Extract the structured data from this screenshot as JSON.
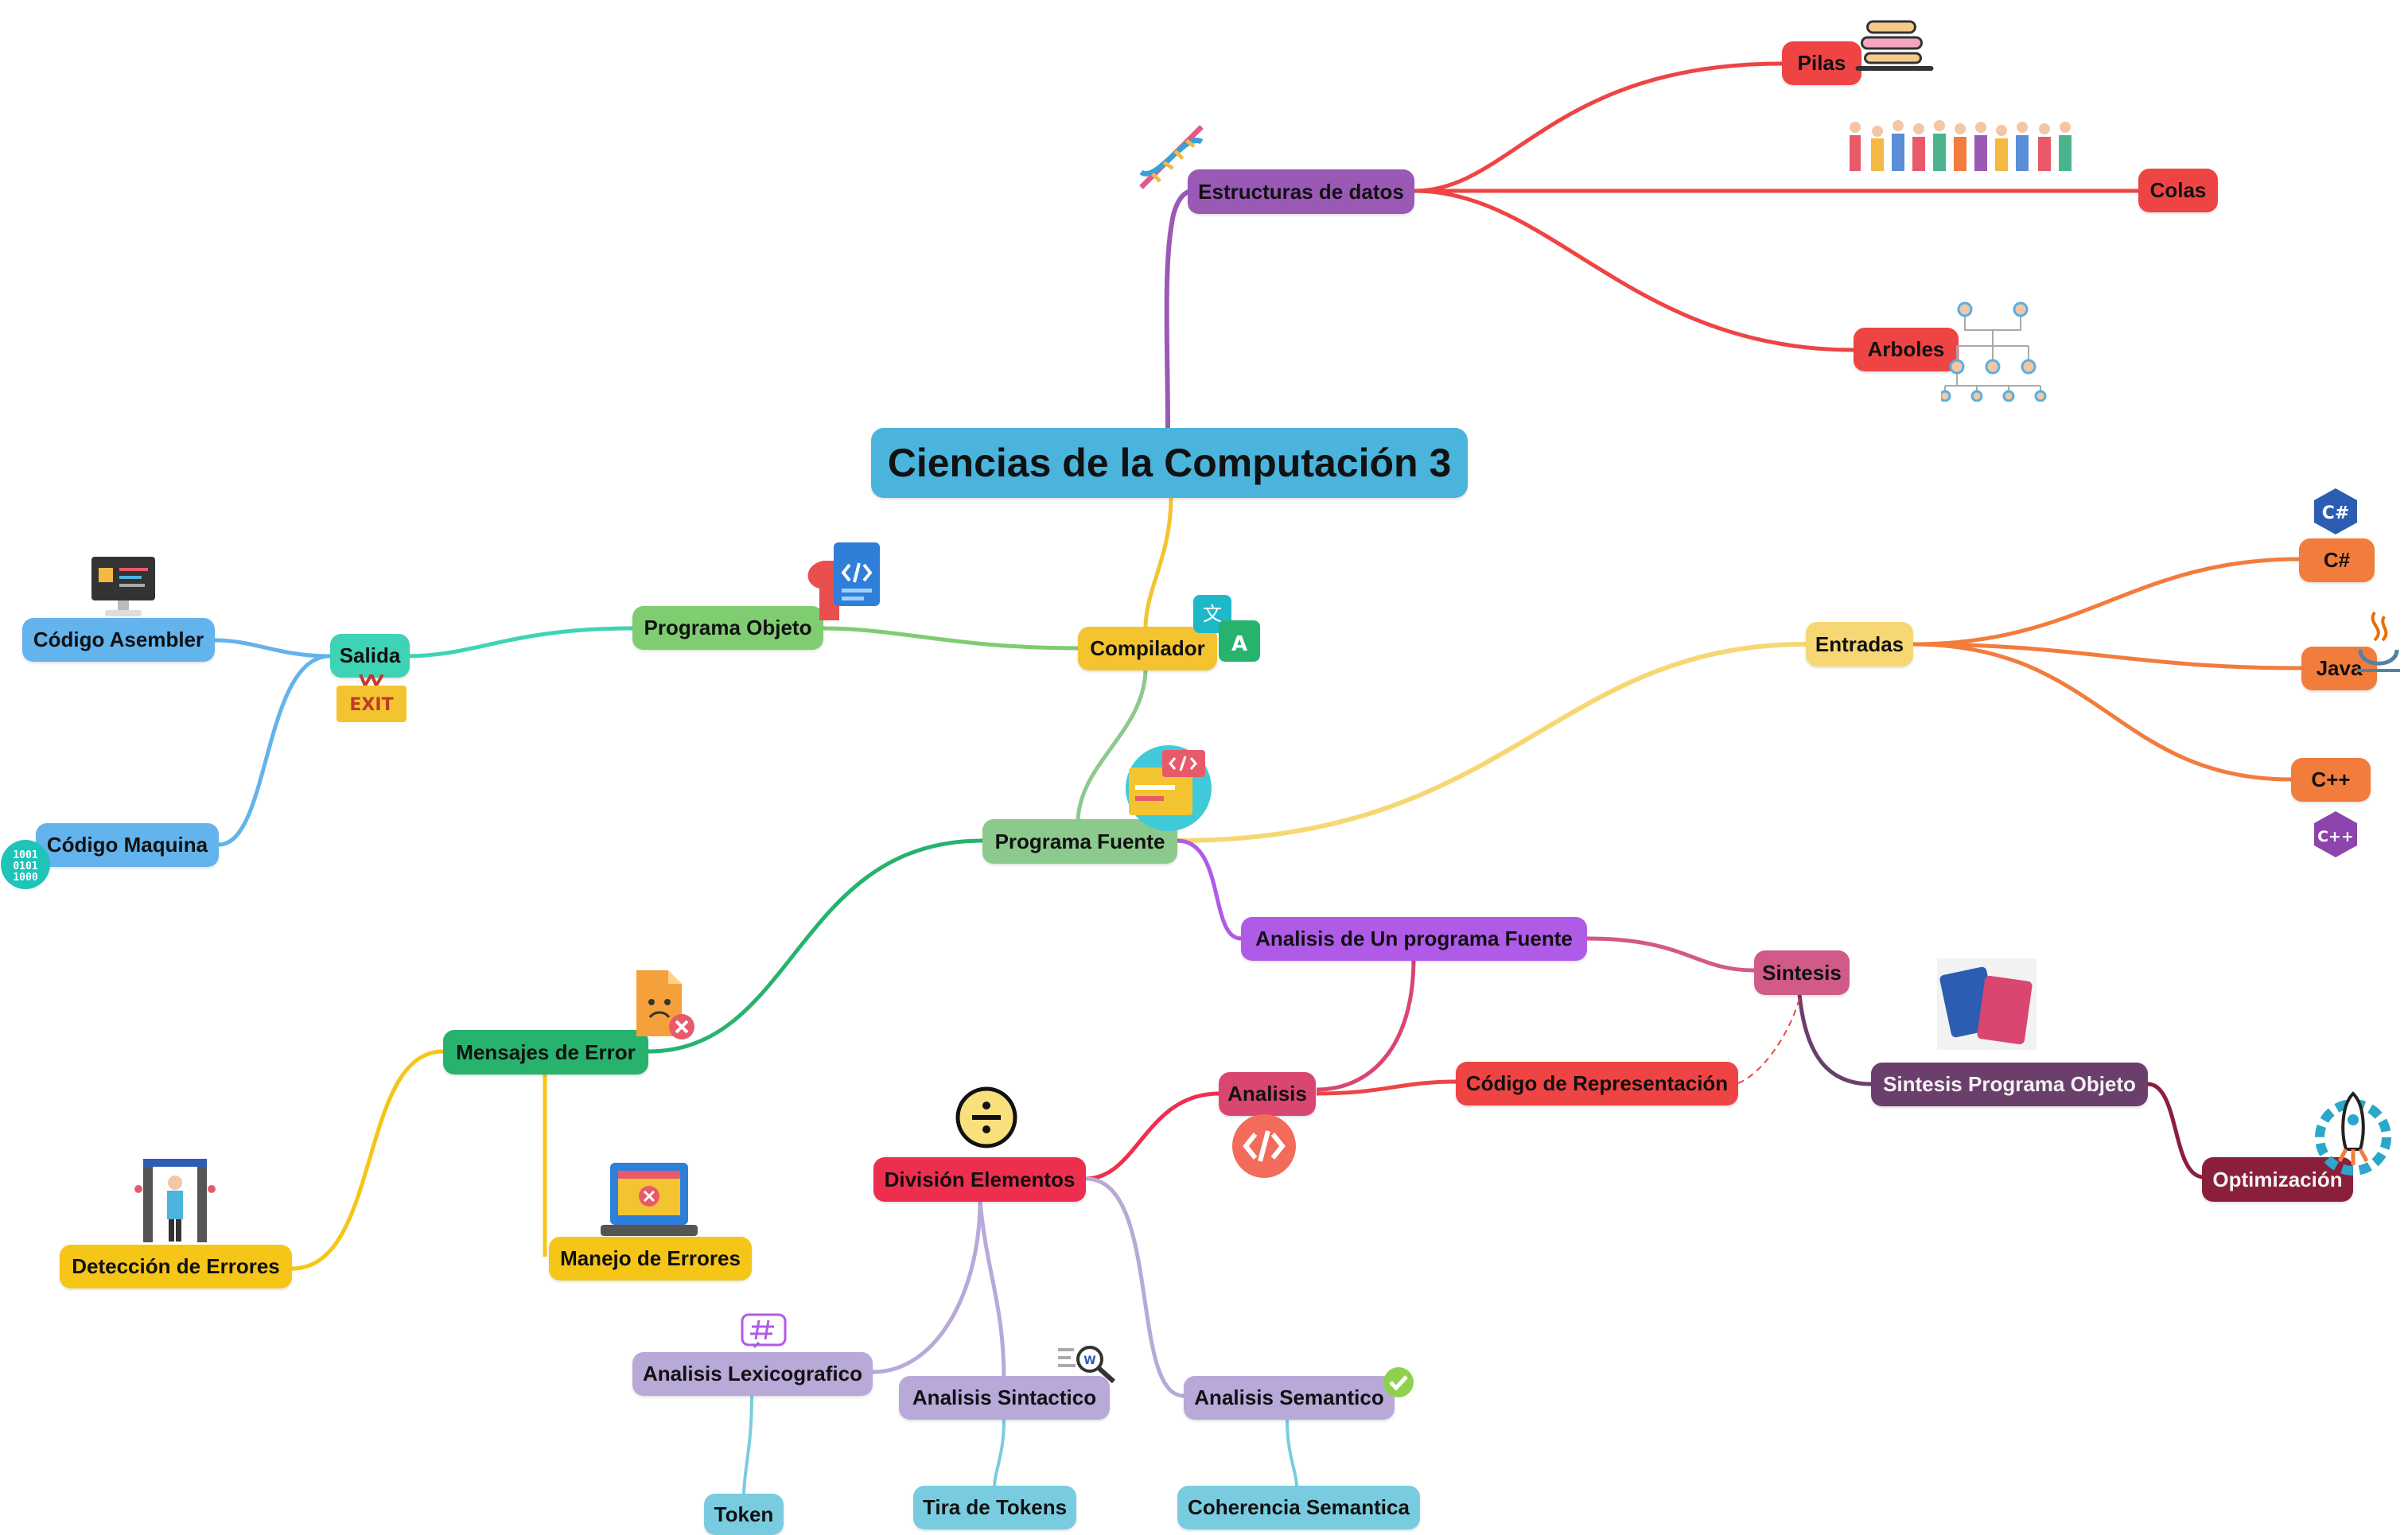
{
  "map": {
    "root": "Ciencias de la Computación 3",
    "nodes": {
      "estructuras": "Estructuras de datos",
      "pilas": "Pilas",
      "colas": "Colas",
      "arboles": "Arboles",
      "compilador": "Compilador",
      "programa_objeto": "Programa Objeto",
      "salida": "Salida",
      "codigo_asembler": "Código Asembler",
      "codigo_maquina": "Código Maquina",
      "programa_fuente": "Programa Fuente",
      "entradas": "Entradas",
      "csharp": "C#",
      "java": "Java",
      "cpp": "C++",
      "analisis_programa": "Analisis de Un programa Fuente",
      "sintesis": "Sintesis",
      "sintesis_objeto": "Sintesis Programa Objeto",
      "optimizacion": "Optimización",
      "analisis": "Analisis",
      "codigo_representacion": "Código de Representación",
      "division": "División Elementos",
      "lexicografico": "Analisis Lexicografico",
      "sintactico": "Analisis Sintactico",
      "semantico": "Analisis Semantico",
      "token": "Token",
      "tira_tokens": "Tira de Tokens",
      "coherencia": "Coherencia Semantica",
      "mensajes_error": "Mensajes de Error",
      "deteccion": "Detección de Errores",
      "manejo": "Manejo de Errores"
    },
    "icons": {
      "exit_sign_text": "EXIT",
      "csharp_logo_text": "C#",
      "cpp_logo_text": "C++",
      "binary_text": "1001"
    },
    "colors": {
      "root": "#4bb4dc",
      "estructuras": "#9b59b6",
      "data_leaves": "#ef4444",
      "compilador": "#f4c430",
      "programa_objeto": "#7fcc71",
      "salida": "#3fd3b5",
      "salida_children": "#63b3ed",
      "programa_fuente": "#8cc98d",
      "entradas": "#f7d774",
      "languages": "#f27c3c",
      "analisis_programa": "#b05ae8",
      "sintesis": "#d05a88",
      "sintesis_objeto": "#6b3f6b",
      "optimizacion": "#8a1f3c",
      "analisis": "#d9466f",
      "codigo_representacion": "#ef4444",
      "division": "#ee2e4f",
      "analisis_sub": "#b8a9d9",
      "analisis_leaf": "#79cce0",
      "mensajes_error": "#27b36d",
      "error_children": "#f5c518"
    }
  }
}
